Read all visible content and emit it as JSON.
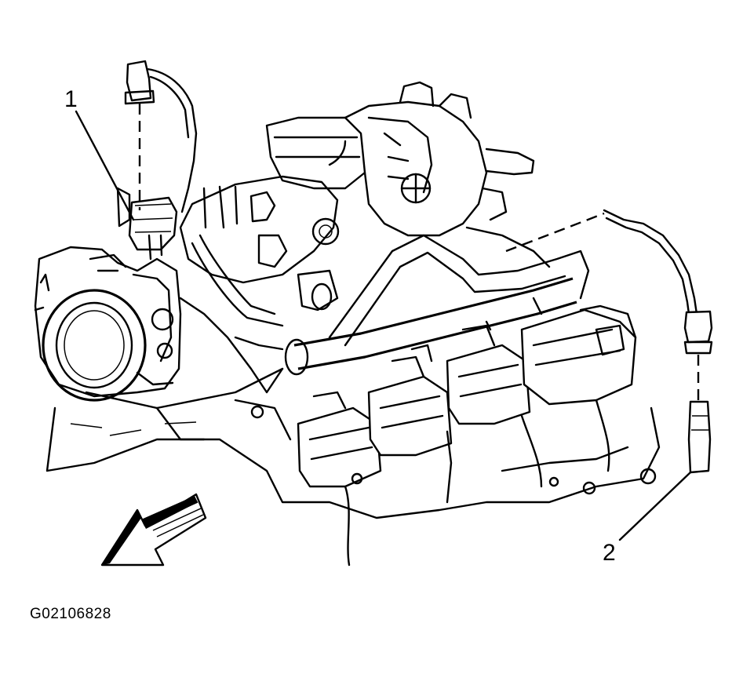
{
  "figure": {
    "callouts": [
      {
        "label": "1"
      },
      {
        "label": "2"
      }
    ],
    "figure_id": "G02106828"
  }
}
